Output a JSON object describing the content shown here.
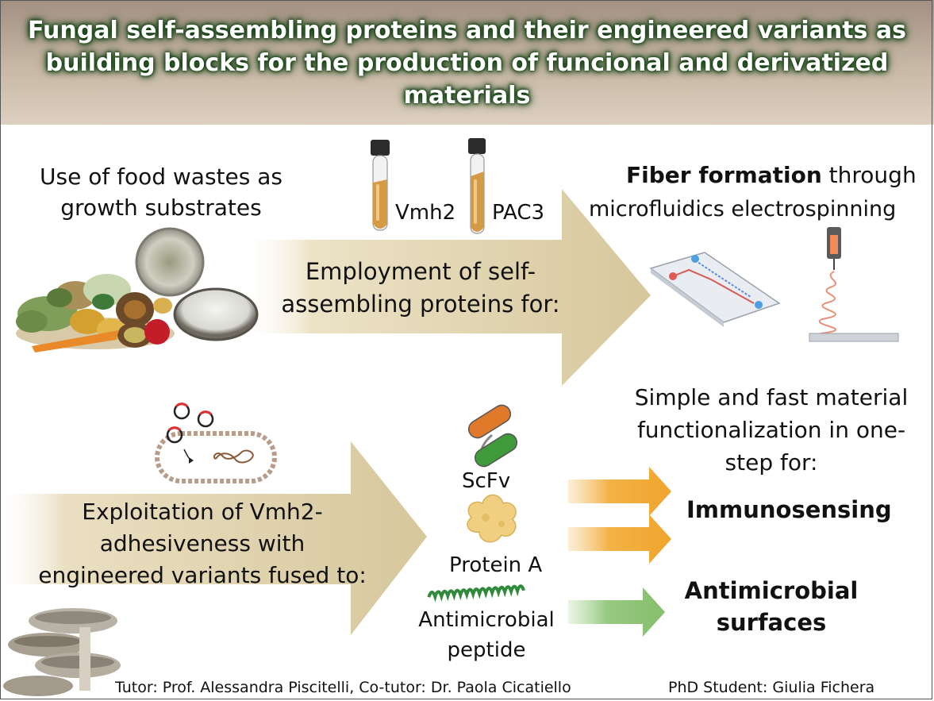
{
  "header": {
    "title_line1": "Fungal self-assembling proteins and their engineered variants as",
    "title_line2": "building blocks for the production of funcional and derivatized",
    "title_line3": "materials"
  },
  "food_wastes": {
    "line1": "Use of food wastes as",
    "line2": "growth substrates"
  },
  "tubes": {
    "left_label": "Vmh2",
    "right_label": "PAC3"
  },
  "fiber": {
    "bold": "Fiber formation",
    "rest": " through",
    "line2": "microfluidics electrospinning"
  },
  "employment": {
    "line1": "Employment of self-",
    "line2": "assembling proteins for:"
  },
  "simple": {
    "line1": "Simple and fast material",
    "line2": "functionalization in one-",
    "line3": "step for:"
  },
  "exploitation": {
    "line1": "Exploitation of Vmh2-",
    "line2": "adhesiveness with",
    "line3": "engineered variants fused to:"
  },
  "fusions": {
    "scfv": "ScFv",
    "protein_a": "Protein A",
    "amp_line1": "Antimicrobial",
    "amp_line2": "peptide"
  },
  "applications": {
    "immuno": "Immunosensing",
    "antimicrobial_line1": "Antimicrobial",
    "antimicrobial_line2": "surfaces"
  },
  "footer": {
    "tutors": "Tutor: Prof. Alessandra Piscitelli, Co-tutor: Dr. Paola Cicatiello",
    "student": "PhD Student: Giulia Fichera"
  },
  "colors": {
    "arrow_beige": "#d9cba3",
    "arrow_orange": "#f0a830",
    "arrow_green": "#88c070",
    "tube_liquid": "#d7a050",
    "scfv_orange": "#e07a2a",
    "scfv_green": "#3f9a3a"
  }
}
